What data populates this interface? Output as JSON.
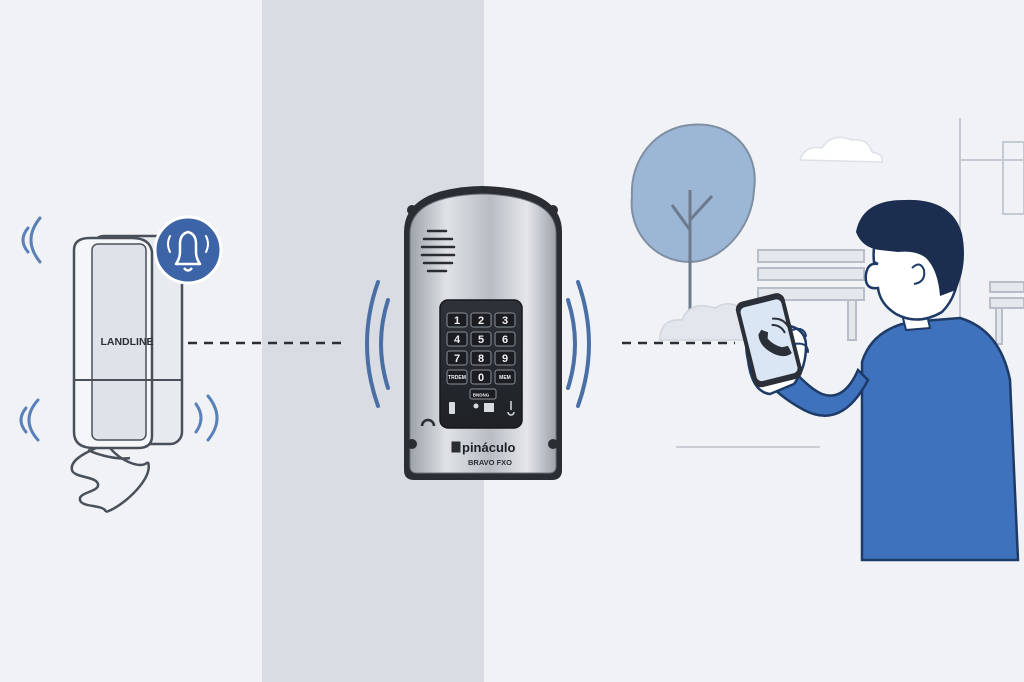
{
  "landline": {
    "label": "LANDLINE",
    "bell_icon": "bell-icon"
  },
  "intercom": {
    "brand": "pináculo",
    "model": "BRAVO FXO",
    "keys": [
      "1",
      "2",
      "3",
      "4",
      "5",
      "6",
      "7",
      "8",
      "9",
      "TRDEM",
      "0",
      "MEM"
    ],
    "extra_key": "BNDNG",
    "icons": [
      "speaker-grille-icon",
      "door-icon",
      "person-icon",
      "hand-icon",
      "key-icon",
      "phone-icon"
    ]
  },
  "mobile": {
    "icon": "phone-call-icon"
  },
  "colors": {
    "accent_blue": "#4a6fa5",
    "bell_badge": "#3e64a8",
    "shirt": "#3f72bd",
    "hair": "#1c2e4f",
    "tree": "#9cb6d6",
    "wall": "#d9dce2"
  }
}
